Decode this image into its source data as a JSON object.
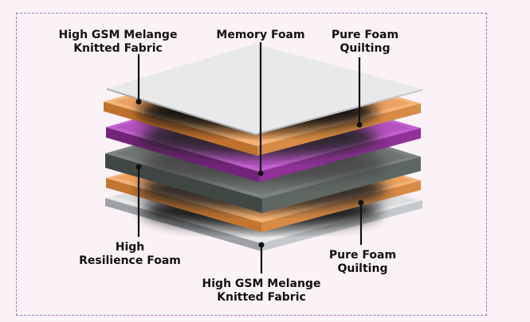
{
  "labels": {
    "top_left_line1": "High GSM Melange",
    "top_left_line2": "Knitted Fabric",
    "top_center": "Memory Foam",
    "top_right_line1": "Pure Foam",
    "top_right_line2": "Quilting",
    "bottom_left_line1": "High",
    "bottom_left_line2": "Resilience Foam",
    "bottom_right_line1": "Pure Foam",
    "bottom_right_line2": "Quilting",
    "bottom_center_line1": "High GSM Melange",
    "bottom_center_line2": "Knitted Fabric"
  },
  "colors": {
    "fabric_top": "#e7e9ea",
    "fabric_side": "#bfc3c6",
    "quilting_top": "#f3b477",
    "quilting_side": "#d88b44",
    "memory_top": "#c35fcf",
    "memory_side": "#8f3196",
    "resilience_top": "#7c847f",
    "resilience_side": "#4f5852",
    "border": "#b066c6"
  }
}
